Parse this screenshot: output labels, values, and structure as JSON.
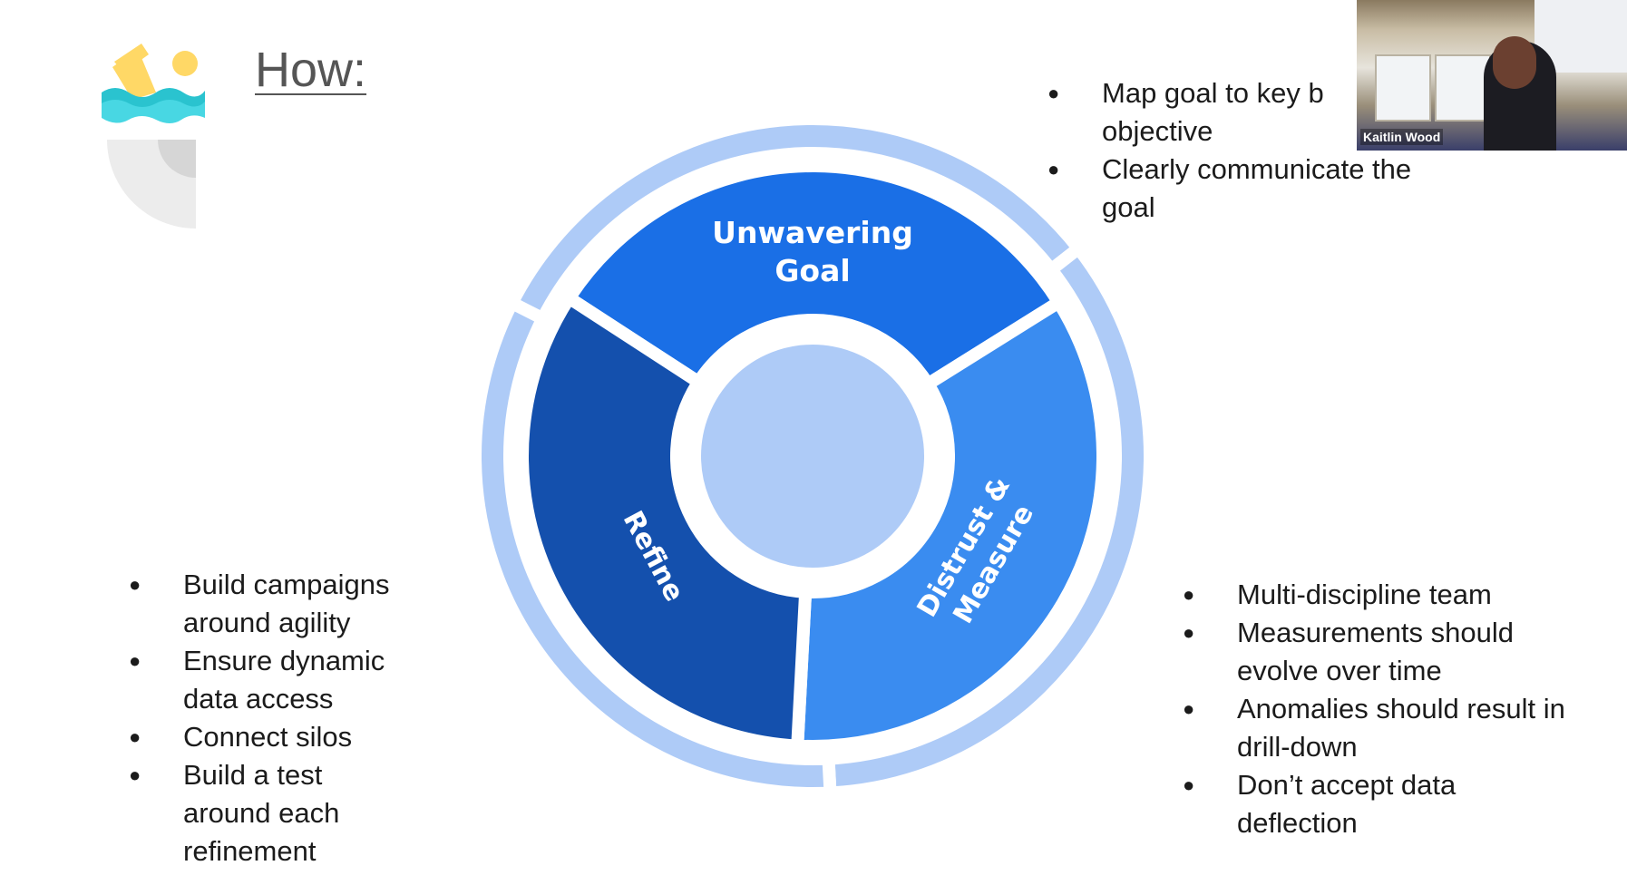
{
  "slide": {
    "title": "How:",
    "logo_icon": "swimmer-icon",
    "colors": {
      "goal": "#1a6fe6",
      "distrust": "#3a8cf0",
      "refine": "#1450ad",
      "light": "#aecbf7"
    },
    "cycle": {
      "goal_line1": "Unwavering",
      "goal_line2": "Goal",
      "distrust_line1": "Distrust &",
      "distrust_line2": "Measure",
      "refine": "Refine"
    },
    "top_right_bullets": [
      "Map goal to key b",
      "objective",
      "Clearly communicate the",
      "goal"
    ],
    "bottom_left_bullets": [
      "Build campaigns around agility",
      "Ensure dynamic data access",
      "Connect  silos",
      "Build a test around each refinement"
    ],
    "bottom_right_bullets": [
      "Multi-discipline team",
      "Measurements should evolve over time",
      "Anomalies should result in drill-down",
      "Don’t accept data deflection"
    ]
  },
  "video": {
    "participant_name": "Kaitlin Wood"
  }
}
